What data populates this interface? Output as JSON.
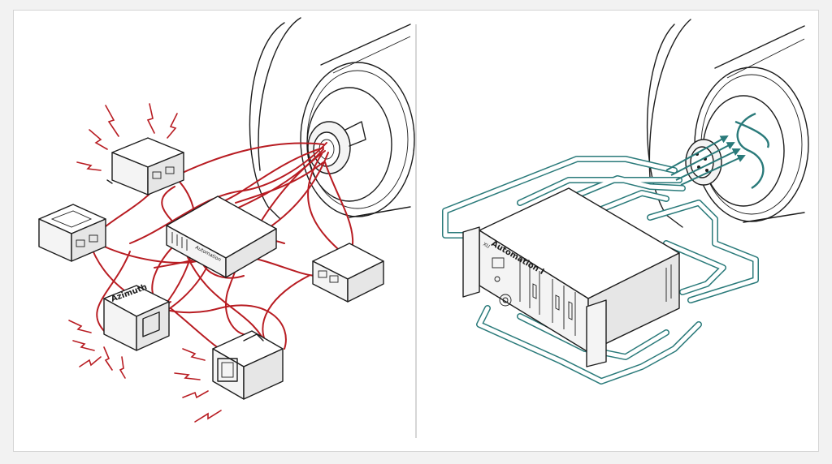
{
  "left_panel": {
    "module_labels": [
      "Azimuth"
    ],
    "hub_label": "Automation"
  },
  "right_panel": {
    "controller_label": "Automation I",
    "controller_tag": "XU"
  },
  "colors": {
    "wire_red": "#b81c22",
    "tube_teal": "#2a7a7a",
    "ink": "#1d1d1d",
    "frame_bg": "#ffffff",
    "page_bg": "#f2f2f2"
  },
  "icons": [
    "lightning-bolt-icon",
    "sine-wave-icon",
    "arrow-icon"
  ]
}
